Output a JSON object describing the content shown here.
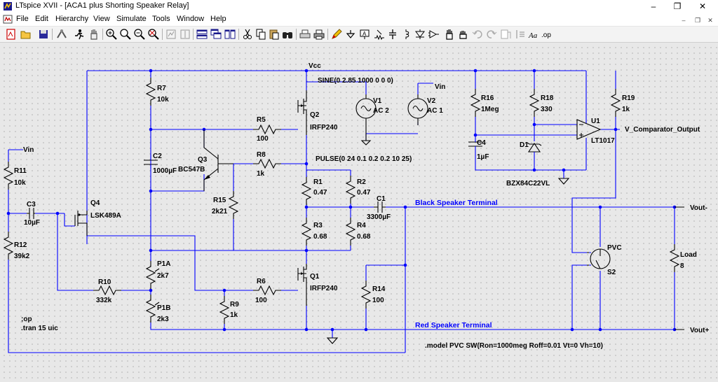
{
  "window": {
    "title": "LTspice XVII - [ACA1 plus Shorting Speaker Relay]",
    "controls": {
      "minimize": "–",
      "maximize": "❐",
      "close": "✕"
    },
    "mdi_controls": {
      "minimize": "–",
      "restore": "❐",
      "close": "✕"
    }
  },
  "menu": {
    "items": [
      "File",
      "Edit",
      "Hierarchy",
      "View",
      "Simulate",
      "Tools",
      "Window",
      "Help"
    ]
  },
  "toolbar": {
    "buttons": [
      "new-schematic",
      "open",
      "save",
      "control-panel",
      "run",
      "halt",
      "zoom-in",
      "pan",
      "zoom-out",
      "zoom-fit",
      "autorange",
      "tile-horizontal",
      "cascade",
      "tile-vertical",
      "cut",
      "copy",
      "paste",
      "find",
      "print-setup",
      "print",
      "draw-wire",
      "ground",
      "label-net",
      "resistor",
      "capacitor",
      "inductor",
      "diode",
      "component",
      "move",
      "drag",
      "undo",
      "redo",
      "rotate",
      "mirror",
      "text",
      "spice-directive"
    ],
    "text_glyphs": {
      "text": "Aa",
      "spice-directive": ".op"
    }
  },
  "schematic": {
    "components": {
      "R7": {
        "ref": "R7",
        "value": "10k"
      },
      "C2": {
        "ref": "C2",
        "value": "1000µF"
      },
      "Q3": {
        "ref": "Q3",
        "value": "BC547B"
      },
      "Q4": {
        "ref": "Q4",
        "value": "LSK489A"
      },
      "R11": {
        "ref": "R11",
        "value": "10k"
      },
      "R12": {
        "ref": "R12",
        "value": "39k2"
      },
      "C3": {
        "ref": "C3",
        "value": "10µF"
      },
      "R5": {
        "ref": "R5",
        "value": "100"
      },
      "Q2": {
        "ref": "Q2",
        "value": "IRFP240"
      },
      "R8": {
        "ref": "R8",
        "value": "1k"
      },
      "R15": {
        "ref": "R15",
        "value": "2k21"
      },
      "V1": {
        "ref": "V1",
        "value": "AC 2"
      },
      "V2": {
        "ref": "V2",
        "value": "AC 1"
      },
      "R1": {
        "ref": "R1",
        "value": "0.47"
      },
      "R2": {
        "ref": "R2",
        "value": "0.47"
      },
      "C1": {
        "ref": "C1",
        "value": "3300µF"
      },
      "R3": {
        "ref": "R3",
        "value": "0.68"
      },
      "R4": {
        "ref": "R4",
        "value": "0.68"
      },
      "P1A": {
        "ref": "P1A",
        "value": "2k7"
      },
      "P1B": {
        "ref": "P1B",
        "value": "2k3"
      },
      "R10": {
        "ref": "R10",
        "value": "332k"
      },
      "R6": {
        "ref": "R6",
        "value": "100"
      },
      "R9": {
        "ref": "R9",
        "value": "1k"
      },
      "Q1": {
        "ref": "Q1",
        "value": "IRFP240"
      },
      "R14": {
        "ref": "R14",
        "value": "100"
      },
      "R16": {
        "ref": "R16",
        "value": "1Meg"
      },
      "R18": {
        "ref": "R18",
        "value": "330"
      },
      "R19": {
        "ref": "R19",
        "value": "1k"
      },
      "C4": {
        "ref": "C4",
        "value": "1µF"
      },
      "D1": {
        "ref": "D1",
        "value": "BZX84C22VL"
      },
      "U1": {
        "ref": "U1",
        "value": "LT1017"
      },
      "S2": {
        "ref": "S2",
        "value": "PVC"
      },
      "Load": {
        "ref": "Load",
        "value": "8"
      }
    },
    "sources": {
      "sine": "SINE(0 2.85 1000 0 0 0)",
      "pulse": "PULSE(0 24 0.1 0.2 0.2 10 25)"
    },
    "nets": {
      "vcc": "Vcc",
      "vin_top": "Vin",
      "vin_left": "Vin",
      "comparator": "V_Comparator_Output",
      "black": "Black Speaker Terminal",
      "red": "Red Speaker Terminal",
      "vout_minus": "Vout-",
      "vout_plus": "Vout+"
    },
    "directives": {
      "op": ";op",
      "tran": ".tran 15 uic",
      "model": ".model PVC SW(Ron=1000meg Roff=0.01 Vt=0 Vh=10)"
    }
  }
}
